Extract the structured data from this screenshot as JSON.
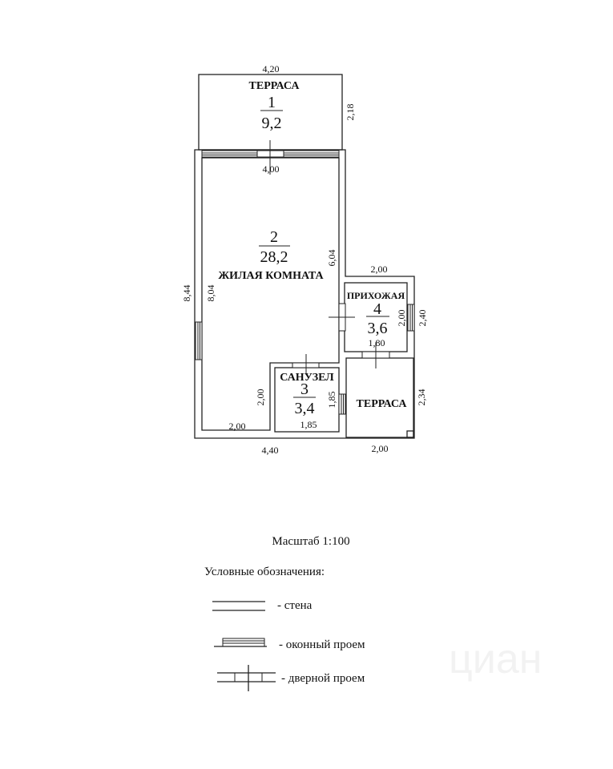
{
  "plan": {
    "rooms": [
      {
        "number": "1",
        "area": "9,2",
        "name": "ТЕРРАСА"
      },
      {
        "number": "2",
        "area": "28,2",
        "name": "ЖИЛАЯ КОМНАТА"
      },
      {
        "number": "3",
        "area": "3,4",
        "name": "САНУЗЕЛ"
      },
      {
        "number": "4",
        "area": "3,6",
        "name": "ПРИХОЖАЯ"
      },
      {
        "name": "ТЕРРАСА"
      }
    ],
    "dimensions": {
      "terrace_top_width": "4,20",
      "terrace_top_depth": "2,18",
      "living_inner_width": "4,00",
      "living_right_height": "6,04",
      "overall_left_height": "8,44",
      "living_inner_height": "8,04",
      "hall_top_width": "2,00",
      "hall_inner_height": "2,00",
      "hall_outer_height": "2,40",
      "hall_inner_width": "1,80",
      "bath_left_height": "2,00",
      "bath_inner_height": "1,85",
      "bath_inner_width": "1,85",
      "living_bottom_width": "2,00",
      "overall_bottom_width": "4,40",
      "terrace_bottom_width": "2,00",
      "terrace_right_height": "2,34"
    }
  },
  "scale": "Масштаб 1:100",
  "legend": {
    "title": "Условные обозначения:",
    "wall": "- стена",
    "window": "- оконный проем",
    "door": "- дверной проем"
  },
  "watermark": "циан"
}
